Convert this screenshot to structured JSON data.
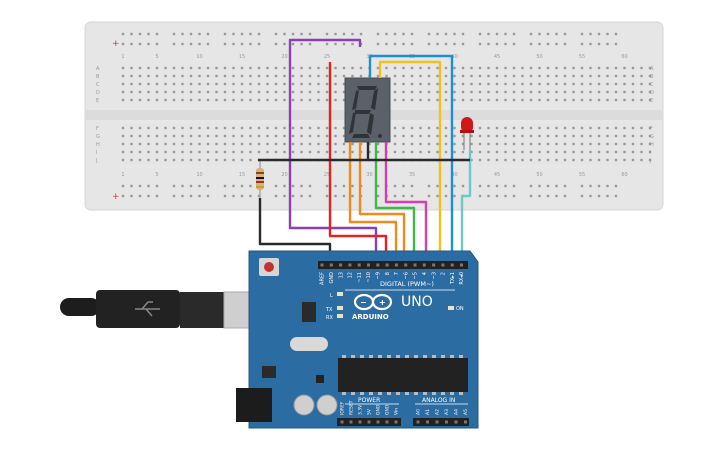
{
  "breadboard": {
    "column_numbers": [
      "1",
      "5",
      "10",
      "15",
      "20",
      "25",
      "30",
      "35",
      "40",
      "45",
      "50",
      "55",
      "60"
    ],
    "row_letters_top": [
      "A",
      "B",
      "C",
      "D",
      "E"
    ],
    "row_letters_bottom": [
      "F",
      "G",
      "H",
      "I",
      "J"
    ],
    "rail_plus": "+",
    "rail_minus": "-"
  },
  "display": {
    "digit": "8"
  },
  "arduino": {
    "brand": "ARDUINO",
    "model": "UNO",
    "digital_label": "DIGITAL (PWM~)",
    "digital_pins": [
      "AREF",
      "GND",
      "13",
      "12",
      "~11",
      "~10",
      "~9",
      "8",
      "7",
      "~6",
      "~5",
      "4",
      "~3",
      "2",
      "TX▸1",
      "RX◂0"
    ],
    "led_labels": [
      "L",
      "TX",
      "RX"
    ],
    "on_label": "ON",
    "power_label": "POWER",
    "analog_label": "ANALOG IN",
    "power_pins": [
      "IOREF",
      "RESET",
      "3.3V",
      "5V",
      "GND",
      "GND",
      "Vin"
    ],
    "analog_pins": [
      "A0",
      "A1",
      "A2",
      "A3",
      "A4",
      "A5"
    ]
  },
  "colors": {
    "breadboard": "#e8e8e8",
    "board": "#2b6ca3",
    "wire_purple": "#8a3fb5",
    "wire_red": "#e02424",
    "wire_orange": "#f08a1c",
    "wire_yellow": "#f2c21b",
    "wire_green": "#44b649",
    "wire_magenta": "#d63fb0",
    "wire_blue": "#1d8fd6",
    "wire_teal": "#6fc8c8",
    "wire_black": "#2a2a2a",
    "led": "#d01818"
  }
}
